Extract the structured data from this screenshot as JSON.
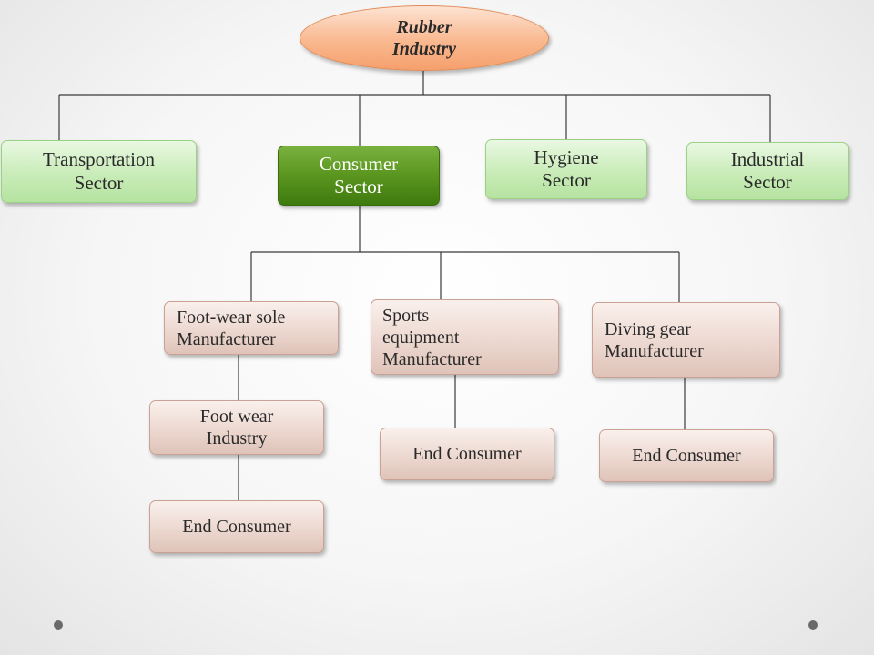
{
  "root": {
    "label": "Rubber\nIndustry"
  },
  "sectors": [
    {
      "id": "transportation",
      "label": "Transportation\nSector"
    },
    {
      "id": "consumer",
      "label": "Consumer\nSector"
    },
    {
      "id": "hygiene",
      "label": "Hygiene\nSector"
    },
    {
      "id": "industrial",
      "label": "Industrial\nSector"
    }
  ],
  "manufacturers": [
    {
      "id": "footwear-sole",
      "label": "Foot-wear sole\nManufacturer"
    },
    {
      "id": "sports-equipment",
      "label": "Sports\nequipment\nManufacturer"
    },
    {
      "id": "diving-gear",
      "label": "Diving gear\nManufacturer"
    }
  ],
  "footwear_industry": {
    "label": "Foot wear\nIndustry"
  },
  "end_consumers": [
    {
      "id": "footwear",
      "label": "End Consumer"
    },
    {
      "id": "sports",
      "label": "End Consumer"
    },
    {
      "id": "diving",
      "label": "End Consumer"
    }
  ],
  "colors": {
    "root_fill": "#f9b88f",
    "sector_fill": "#c9ecb8",
    "selected_sector_fill": "#5a961f",
    "leaf_fill": "#ecd8d0",
    "connector": "#3a3a3a"
  }
}
